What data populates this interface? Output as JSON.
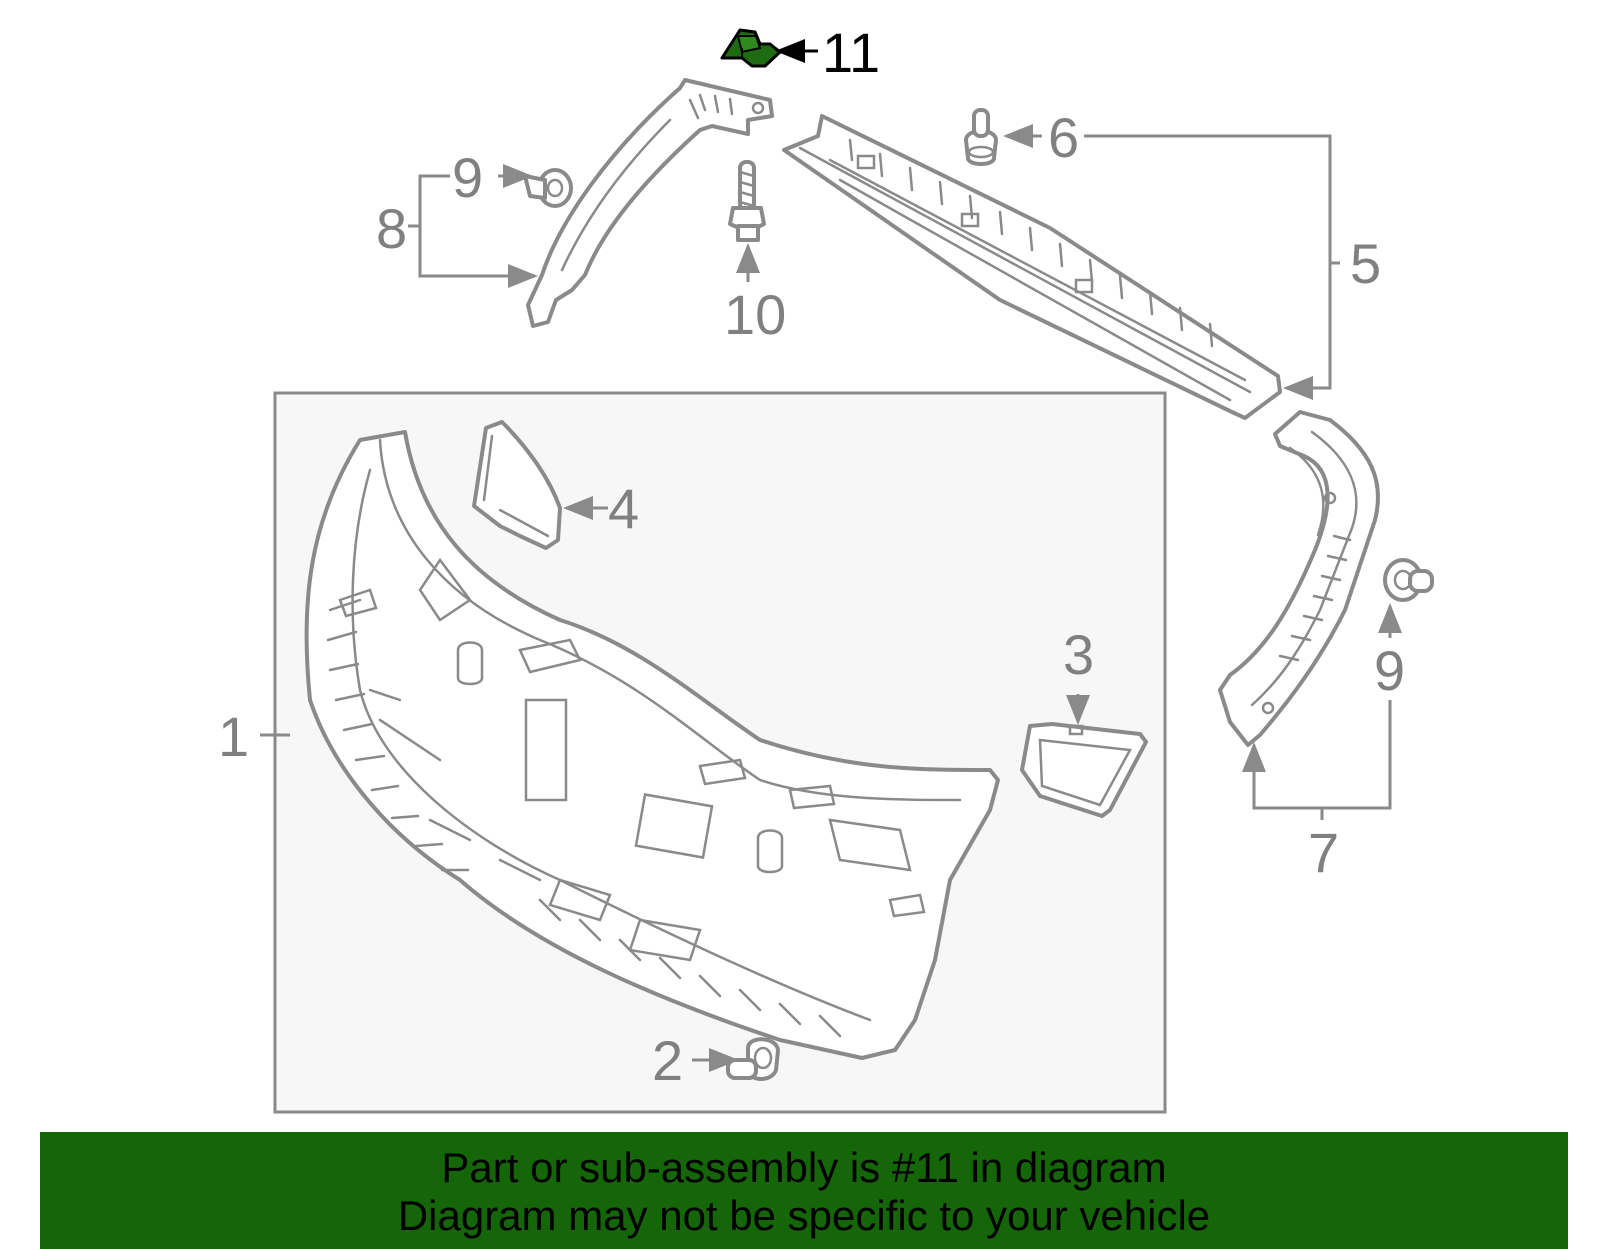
{
  "diagram": {
    "callouts": [
      {
        "id": "1",
        "label": "1"
      },
      {
        "id": "2",
        "label": "2"
      },
      {
        "id": "3",
        "label": "3"
      },
      {
        "id": "4",
        "label": "4"
      },
      {
        "id": "5",
        "label": "5"
      },
      {
        "id": "6",
        "label": "6"
      },
      {
        "id": "7",
        "label": "7"
      },
      {
        "id": "8",
        "label": "8"
      },
      {
        "id": "9a",
        "label": "9"
      },
      {
        "id": "9b",
        "label": "9"
      },
      {
        "id": "10",
        "label": "10"
      },
      {
        "id": "11",
        "label": "11"
      }
    ],
    "highlighted_part": "11",
    "colors": {
      "line": "#8a8a8a",
      "highlight": "#1e6b12",
      "banner_bg": "#156509",
      "panel_bg": "#f7f7f7"
    }
  },
  "banner": {
    "line1": "Part or sub-assembly is #11 in diagram",
    "line2": "Diagram may not be specific to your vehicle"
  }
}
